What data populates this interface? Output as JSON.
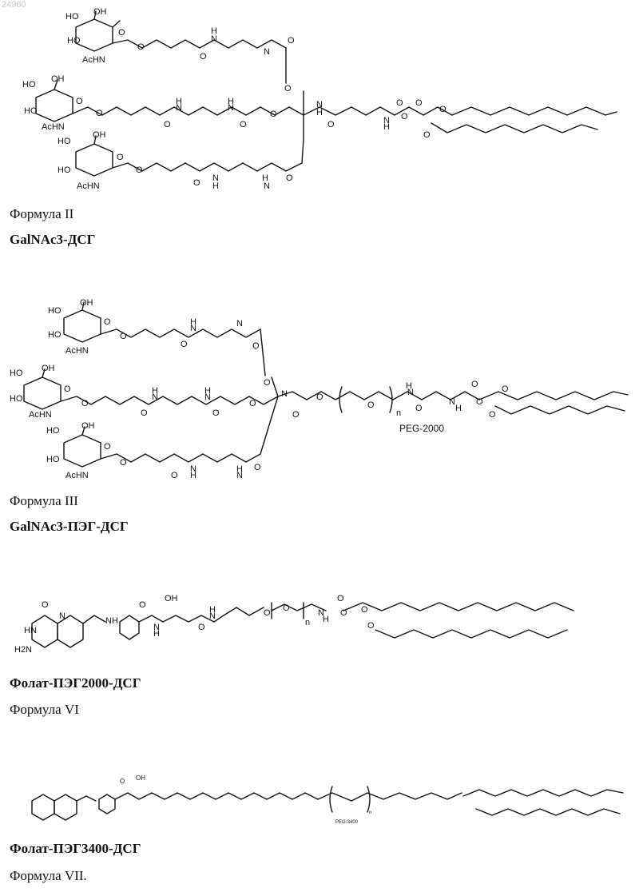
{
  "page_number": "24960",
  "structures": [
    {
      "id": "formula-ii",
      "formula_label": "Формула II",
      "compound_name": "GalNAc3-ДСГ",
      "atom_labels": {
        "ho": "HO",
        "oh": "OH",
        "o": "O",
        "acnh": "AcHN",
        "n": "N",
        "h": "H"
      }
    },
    {
      "id": "formula-iii",
      "formula_label": "Формула III",
      "compound_name": "GalNAc3-ПЭГ-ДСГ",
      "peg_label": "PEG-2000",
      "repeat_label": "n"
    },
    {
      "id": "formula-vi",
      "compound_name": "Фолат-ПЭГ2000-ДСГ",
      "formula_label": "Формула VI",
      "atom_labels": {
        "cooh": "OH",
        "nh2": "H2N",
        "hn": "HN",
        "nh": "NH",
        "n": "N"
      },
      "repeat_label": "n"
    },
    {
      "id": "formula-vii",
      "compound_name": "Фолат-ПЭГ3400-ДСГ",
      "formula_label": "Формула VII.",
      "peg_label": "PEG-3400",
      "repeat_label": "n"
    }
  ]
}
